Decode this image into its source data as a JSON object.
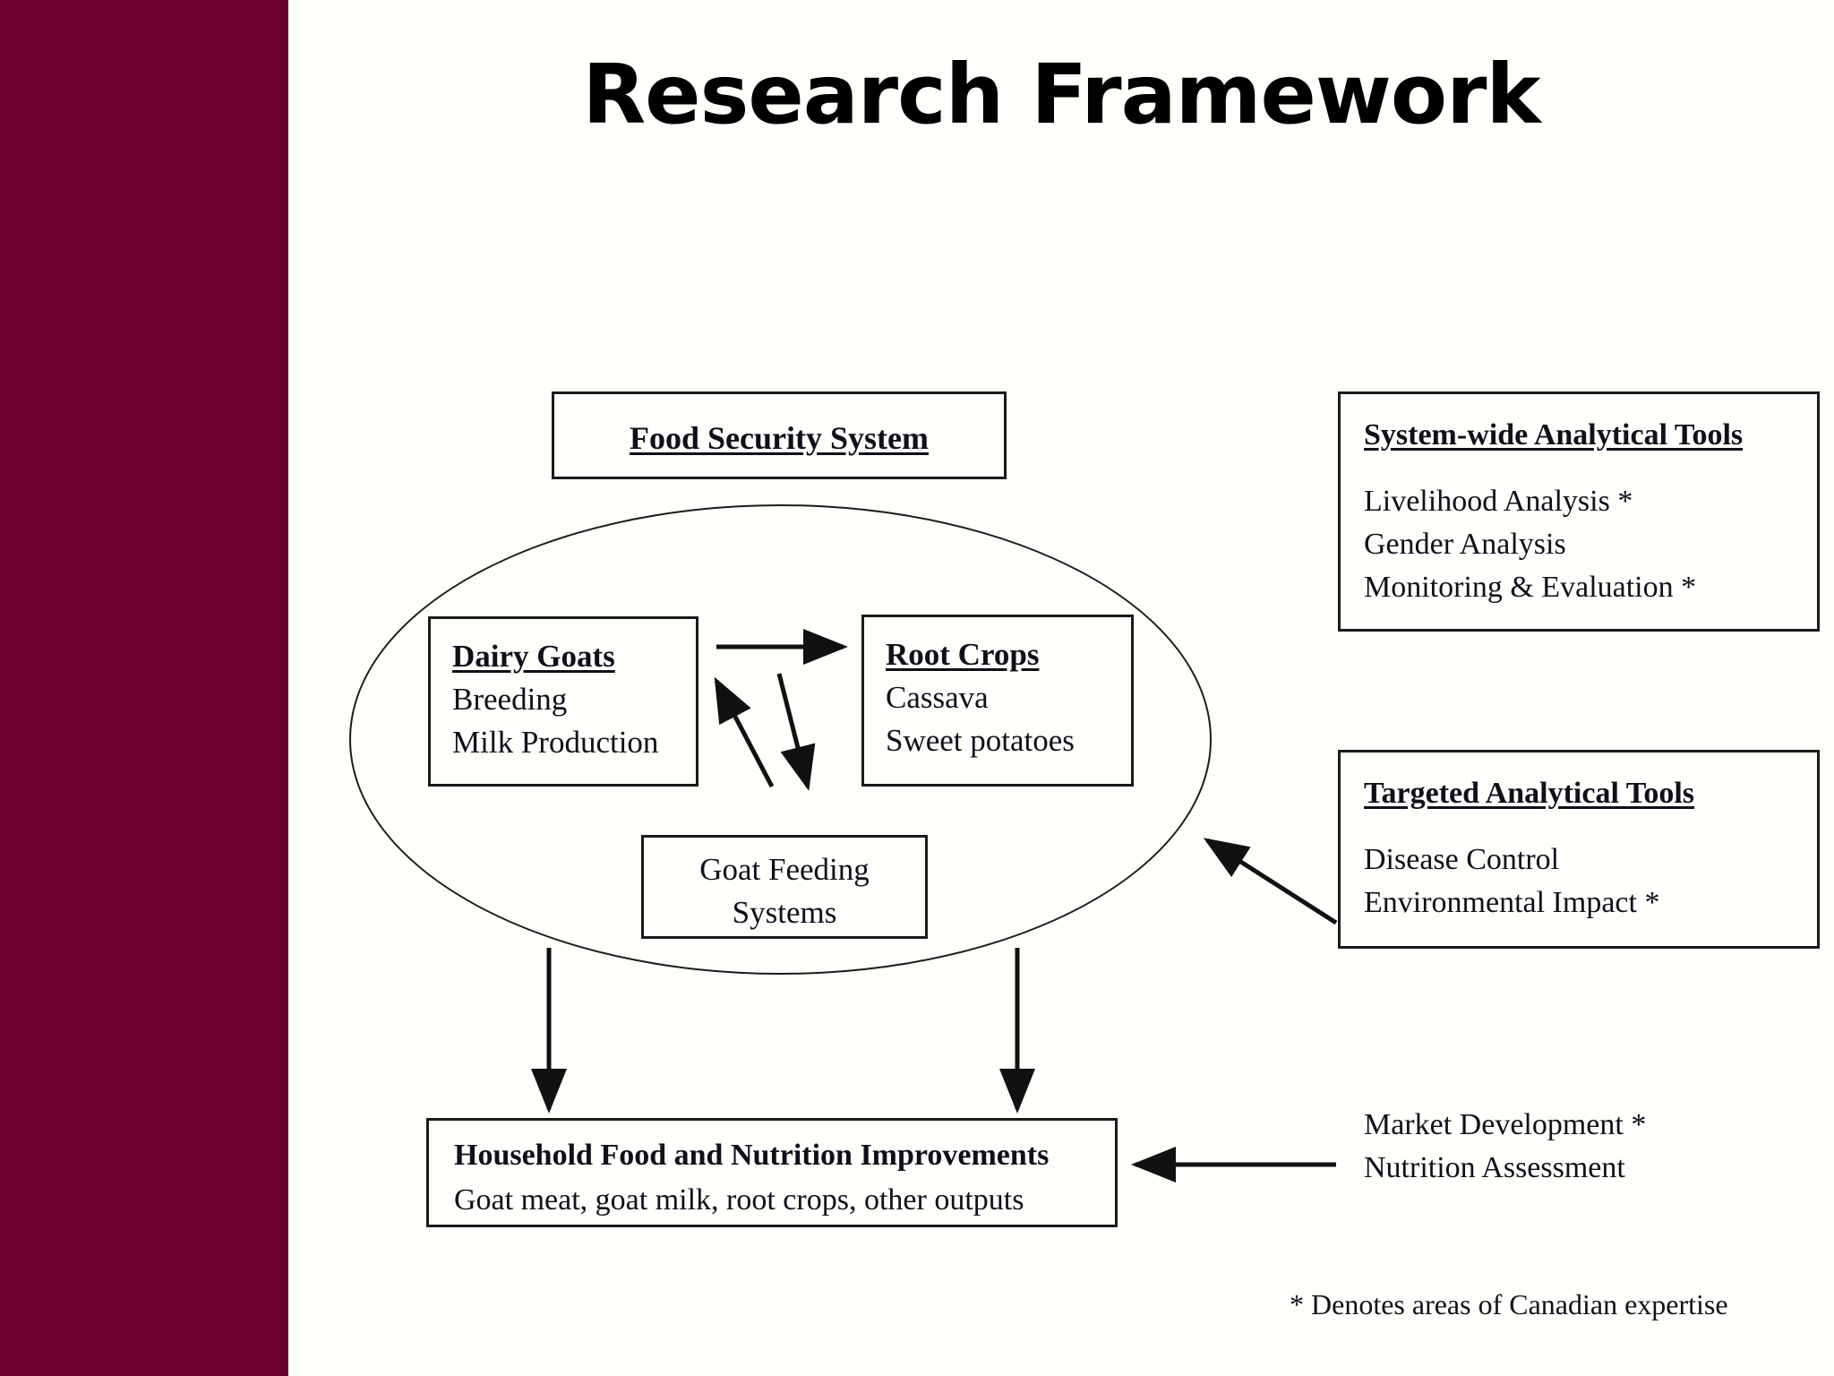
{
  "slide": {
    "title": "Research Framework",
    "accent_color": "#6a0030",
    "background_color": "#fdfffb",
    "line_color": "#1a1a1a"
  },
  "food_security": {
    "header": "Food Security System"
  },
  "dairy_goats": {
    "header": "Dairy Goats",
    "items": [
      "Breeding",
      "Milk Production"
    ]
  },
  "root_crops": {
    "header": "Root Crops",
    "items": [
      "Cassava",
      "Sweet potatoes"
    ]
  },
  "goat_feeding": {
    "line1": "Goat Feeding",
    "line2": "Systems"
  },
  "household": {
    "header": "Household Food and Nutrition Improvements",
    "detail": "Goat meat, goat milk, root crops, other outputs"
  },
  "system_wide_tools": {
    "header": "System-wide Analytical Tools",
    "items": [
      "Livelihood Analysis *",
      "Gender Analysis",
      "Monitoring & Evaluation *"
    ]
  },
  "targeted_tools": {
    "header": "Targeted Analytical Tools",
    "items_top": [
      "Disease Control",
      "Environmental Impact *"
    ],
    "items_bottom": [
      "Market Development *",
      "Nutrition Assessment"
    ]
  },
  "footnote": {
    "text": "* Denotes areas of Canadian expertise"
  }
}
